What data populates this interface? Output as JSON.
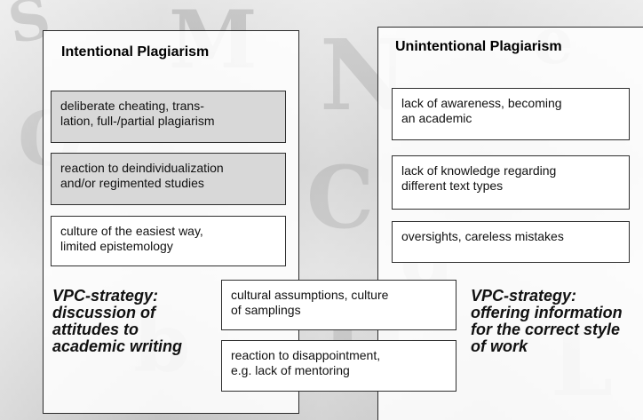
{
  "diagram": {
    "left": {
      "title": "Intentional Plagiarism",
      "items": [
        {
          "lines": [
            "deliberate cheating, trans-",
            "lation, full-/partial plagiarism"
          ]
        },
        {
          "lines": [
            "reaction to deindividualization",
            "and/or regimented studies"
          ]
        },
        {
          "lines": [
            "culture of the easiest way,",
            "limited  epistemology"
          ]
        }
      ],
      "strategy_lines": [
        "VPC-strategy:",
        "discussion of",
        "attitudes to",
        "academic writing"
      ]
    },
    "right": {
      "title": "Unintentional Plagiarism",
      "items": [
        {
          "lines": [
            "lack of  awareness, becoming",
            "an academic"
          ]
        },
        {
          "lines": [
            "lack of knowledge regarding",
            "different text types"
          ]
        },
        {
          "lines": [
            "oversights, careless mistakes"
          ]
        }
      ],
      "strategy_lines": [
        "VPC-strategy:",
        "offering information",
        "for  the correct style",
        "of work"
      ]
    },
    "shared": [
      {
        "lines": [
          "cultural assumptions, culture",
          "of samplings"
        ]
      },
      {
        "lines": [
          "reaction to disappointment,",
          "e.g. lack of mentoring"
        ]
      }
    ]
  }
}
